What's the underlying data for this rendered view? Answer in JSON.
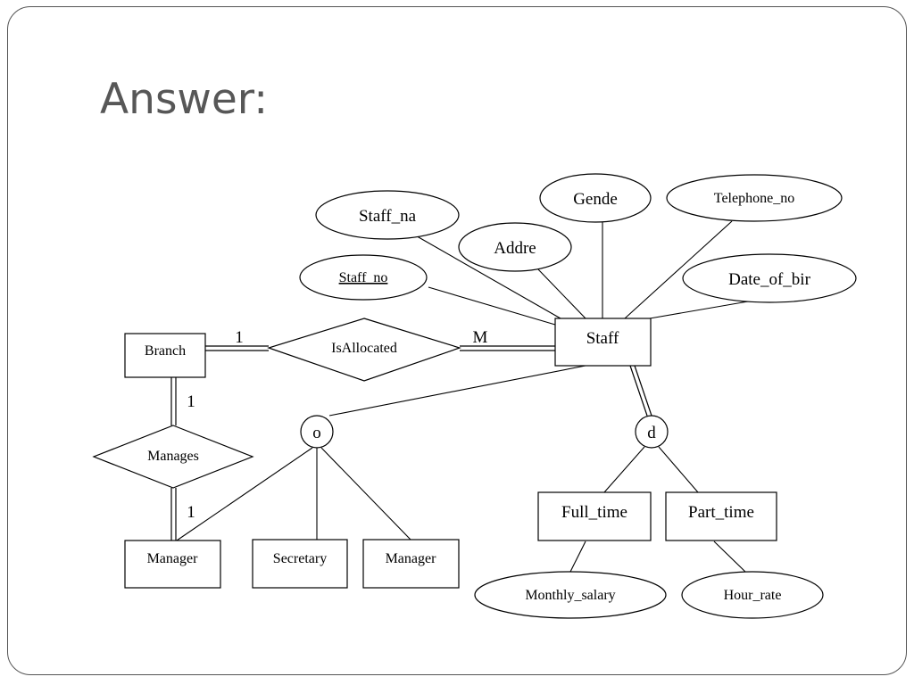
{
  "slide": {
    "title": "Answer:"
  },
  "diagram": {
    "entities": {
      "staff": "Staff",
      "branch": "Branch",
      "manager": "Manager",
      "secretary": "Secretary",
      "manager2": "Manager",
      "full_time": "Full_time",
      "part_time": "Part_time"
    },
    "relationships": {
      "is_allocated": "IsAllocated",
      "manages": "Manages"
    },
    "attributes": {
      "staff_name": "Staff_na",
      "staff_no": "Staff_no",
      "address": "Addre",
      "gender": "Gende",
      "telephone_no": "Telephone_no",
      "date_of_birth": "Date_of_bir",
      "monthly_salary": "Monthly_salary",
      "hour_rate": "Hour_rate"
    },
    "specializations": {
      "overlapping": "o",
      "disjoint": "d"
    },
    "cardinalities": {
      "branch_isallocated": "1",
      "staff_isallocated": "M",
      "branch_manages": "1",
      "manager_manages": "1"
    }
  }
}
